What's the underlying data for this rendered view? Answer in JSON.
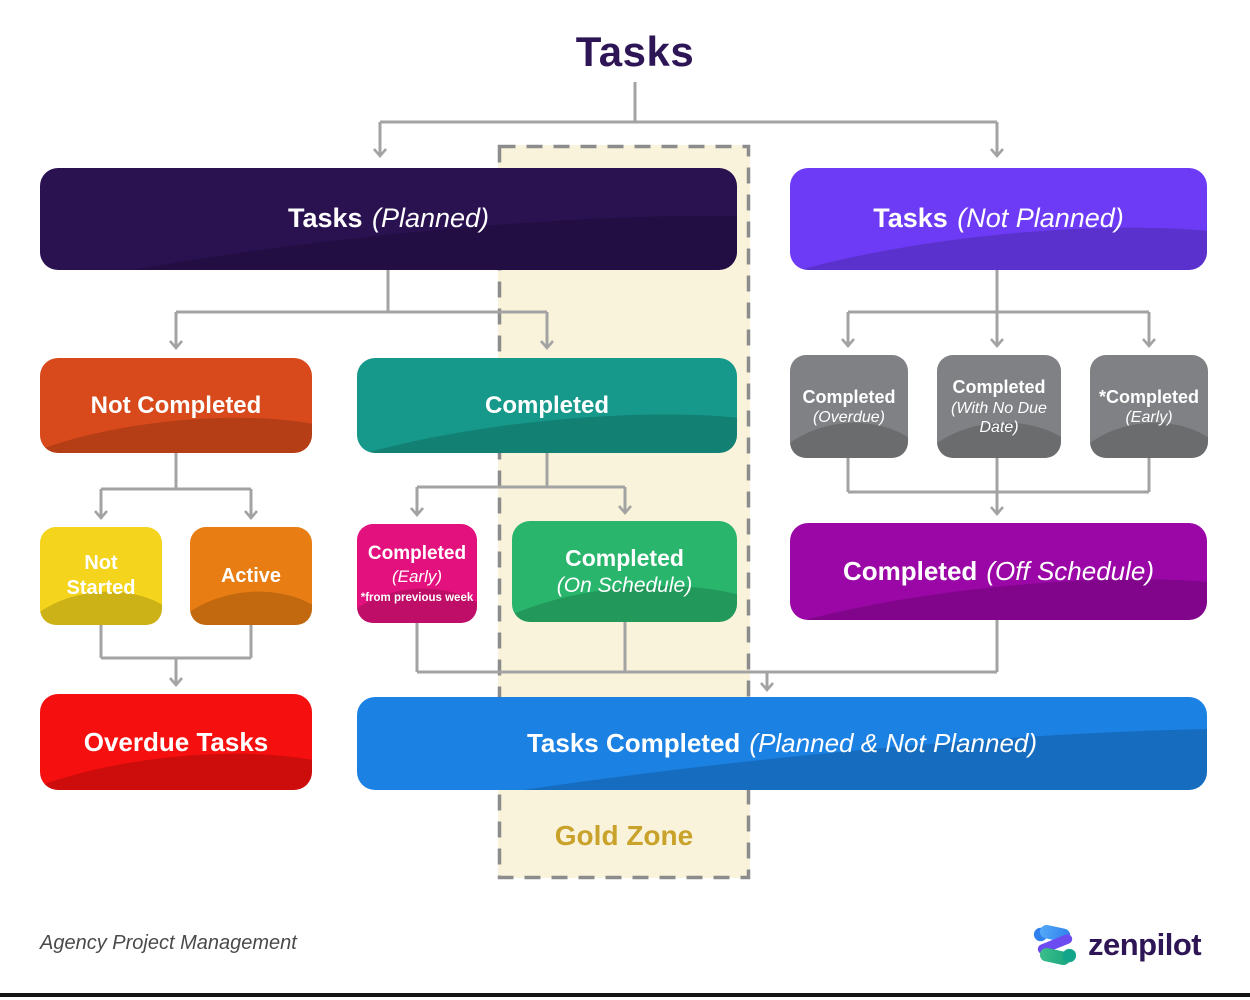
{
  "title": "Tasks",
  "nodes": {
    "tasks_planned": {
      "bold": "Tasks",
      "italic": "(Planned)",
      "color": "#2A1150"
    },
    "tasks_not_planned": {
      "bold": "Tasks",
      "italic": "(Not Planned)",
      "color": "#6D3BF5"
    },
    "not_completed": {
      "bold": "Not Completed",
      "color": "#D84A1B"
    },
    "completed": {
      "bold": "Completed",
      "color": "#16998A"
    },
    "completed_overdue": {
      "bold": "Completed",
      "italic": "(Overdue)",
      "color": "#7F8184"
    },
    "completed_no_due_date": {
      "bold": "Completed",
      "italic": "(With No Due Date)",
      "color": "#7F8184"
    },
    "completed_early_np": {
      "bold": "*Completed",
      "italic": "(Early)",
      "color": "#7F8184"
    },
    "not_started": {
      "bold": "Not Started",
      "color": "#F4D41C"
    },
    "active": {
      "bold": "Active",
      "color": "#E87D13"
    },
    "completed_early": {
      "bold": "Completed",
      "italic": "(Early)",
      "note": "*from previous week",
      "color": "#E3117D"
    },
    "completed_on_schedule": {
      "bold": "Completed",
      "italic": "(On Schedule)",
      "color": "#29B56C"
    },
    "completed_off_schedule": {
      "bold": "Completed",
      "italic": "(Off Schedule)",
      "color": "#9A07A6"
    },
    "overdue_tasks": {
      "bold": "Overdue Tasks",
      "color": "#F50F0F"
    },
    "tasks_completed": {
      "bold": "Tasks Completed",
      "italic": "(Planned & Not Planned)",
      "color": "#1B81E3"
    }
  },
  "gold_zone": {
    "label": "Gold Zone",
    "background": "#FAF3DB",
    "label_color": "#C9A22B",
    "border_color": "#8C8C8C"
  },
  "footer": {
    "caption": "Agency Project Management",
    "brand": "zenpilot"
  },
  "colors": {
    "title": "#2E1656",
    "connector": "#A3A3A3",
    "bottom_bar": "#141414"
  }
}
